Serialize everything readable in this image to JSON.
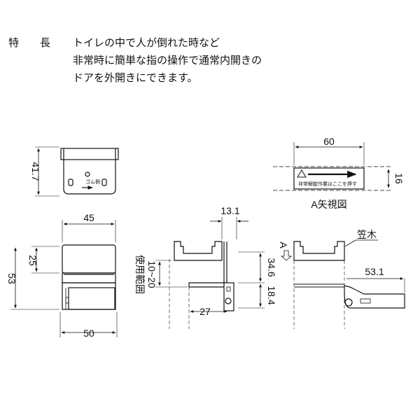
{
  "feature": {
    "label": "特長",
    "lines": [
      "トイレの中で人が倒れた時など",
      "非常時に簡単な指の操作で通常内開きの",
      "ドアを外開きにできます。"
    ]
  },
  "dims": {
    "top_height": "41.7",
    "plate_width": "60",
    "plate_height": "16",
    "a_view_label": "A矢視図",
    "front_width_top": "45",
    "front_height_upper": "25",
    "front_height_total": "53",
    "front_width_bottom": "50",
    "side_offset": "13.1",
    "usage_range": "使用範囲",
    "range_value": "10~20",
    "side_height_upper": "34.6",
    "side_height_lower": "18.4",
    "side_width": "27",
    "view_marker": "A",
    "frame_label": "笠木",
    "right_extent": "53.1"
  },
  "labels": {
    "rubber_marking": "ゴム側",
    "plate_text": "非常解錠作業はここを押す"
  }
}
